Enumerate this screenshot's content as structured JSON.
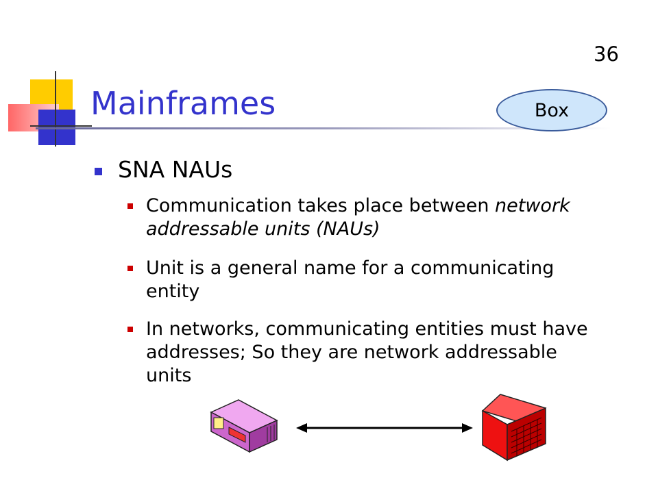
{
  "slide": {
    "page_number": "36",
    "title": "Mainframes",
    "badge": "Box",
    "heading": "SNA NAUs",
    "bullets": [
      {
        "prefix": "Communication takes place between ",
        "emphasis": "network addressable units (NAUs)"
      },
      {
        "text": "Unit is a general name for a communicating entity"
      },
      {
        "text": "In networks, communicating entities must have addresses; So they are network addressable units"
      }
    ]
  },
  "colors": {
    "title": "#3333cc",
    "level1_bullet": "#3333cc",
    "level2_bullet": "#cc0000",
    "badge_fill": "#cfe6fb",
    "badge_border": "#3a5b9b"
  },
  "icons": {
    "left_device": "pink-network-device-icon",
    "right_device": "red-mainframe-cabinet-icon",
    "connector": "double-headed-arrow-icon"
  }
}
